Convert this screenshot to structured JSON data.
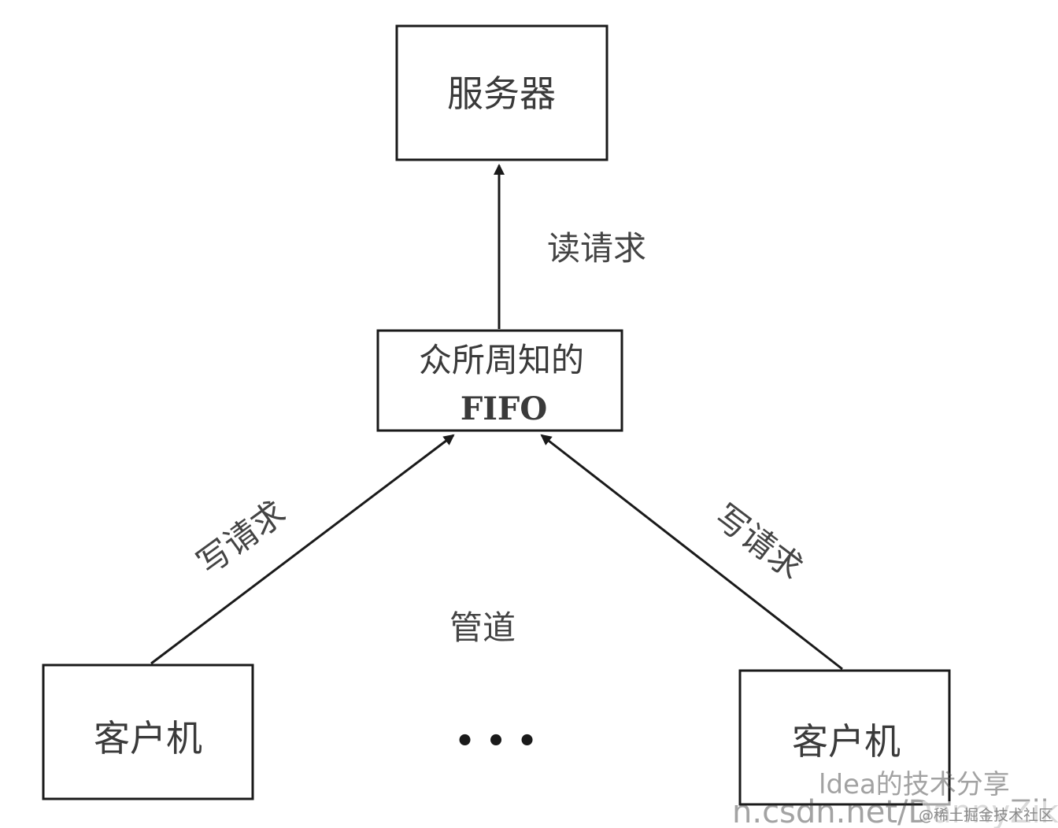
{
  "nodes": {
    "server": "服务器",
    "fifo_line1": "众所周知的",
    "fifo_line2": "FIFO",
    "client_left": "客户机",
    "client_right": "客户机"
  },
  "edges": {
    "read_request": "读请求",
    "write_request_left": "写请求",
    "write_request_right": "写请求"
  },
  "labels": {
    "pipe": "管道",
    "ellipsis": "• • •"
  },
  "watermark": {
    "left_text": "ldea的技术分享",
    "url_text": "n.csdn.net/DannyZike",
    "corner_text": "@稀土掘金技术社区"
  },
  "colors": {
    "line": "#1a1a1a",
    "text": "#3a3a3a"
  }
}
